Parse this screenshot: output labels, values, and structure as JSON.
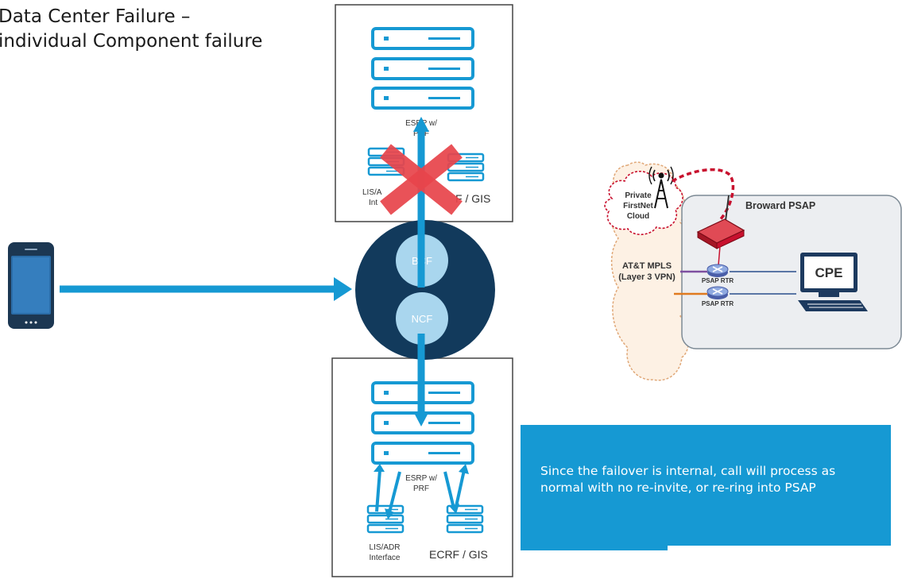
{
  "title": {
    "line1": "Data Center Failure –",
    "line2": "individual Component failure"
  },
  "top_dc": {
    "esrp_line1": "ESRP w/",
    "esrp_line2": "PRF",
    "lis_label_line1": "LIS/A",
    "lis_label_line2": "Int",
    "ecrf_label": "F / GIS"
  },
  "core": {
    "bcf_label": "BCF",
    "ncf_label": "NCF"
  },
  "bottom_dc": {
    "esrp_line1": "ESRP w/",
    "esrp_line2": "PRF",
    "lis_label_line1": "LIS/ADR",
    "lis_label_line2": "Interface",
    "ecrf_label": "ECRF / GIS"
  },
  "network": {
    "cloud_label_line1": "Private",
    "cloud_label_line2": "FirstNet",
    "cloud_label_line3": "Cloud",
    "mpls_line1": "AT&T MPLS",
    "mpls_line2": "(Layer 3 VPN)",
    "psap_title": "Broward PSAP",
    "router1_label": "PSAP RTR",
    "router2_label": "PSAP RTR",
    "cpe_label": "CPE"
  },
  "note": {
    "text": "Since the failover is internal, call will process as normal with no re-invite, or re-ring into PSAP"
  },
  "colors": {
    "accent_blue": "#1699d3",
    "core_navy": "#123a5c",
    "fail_red": "#e8454c",
    "router_red": "#c8102e"
  }
}
